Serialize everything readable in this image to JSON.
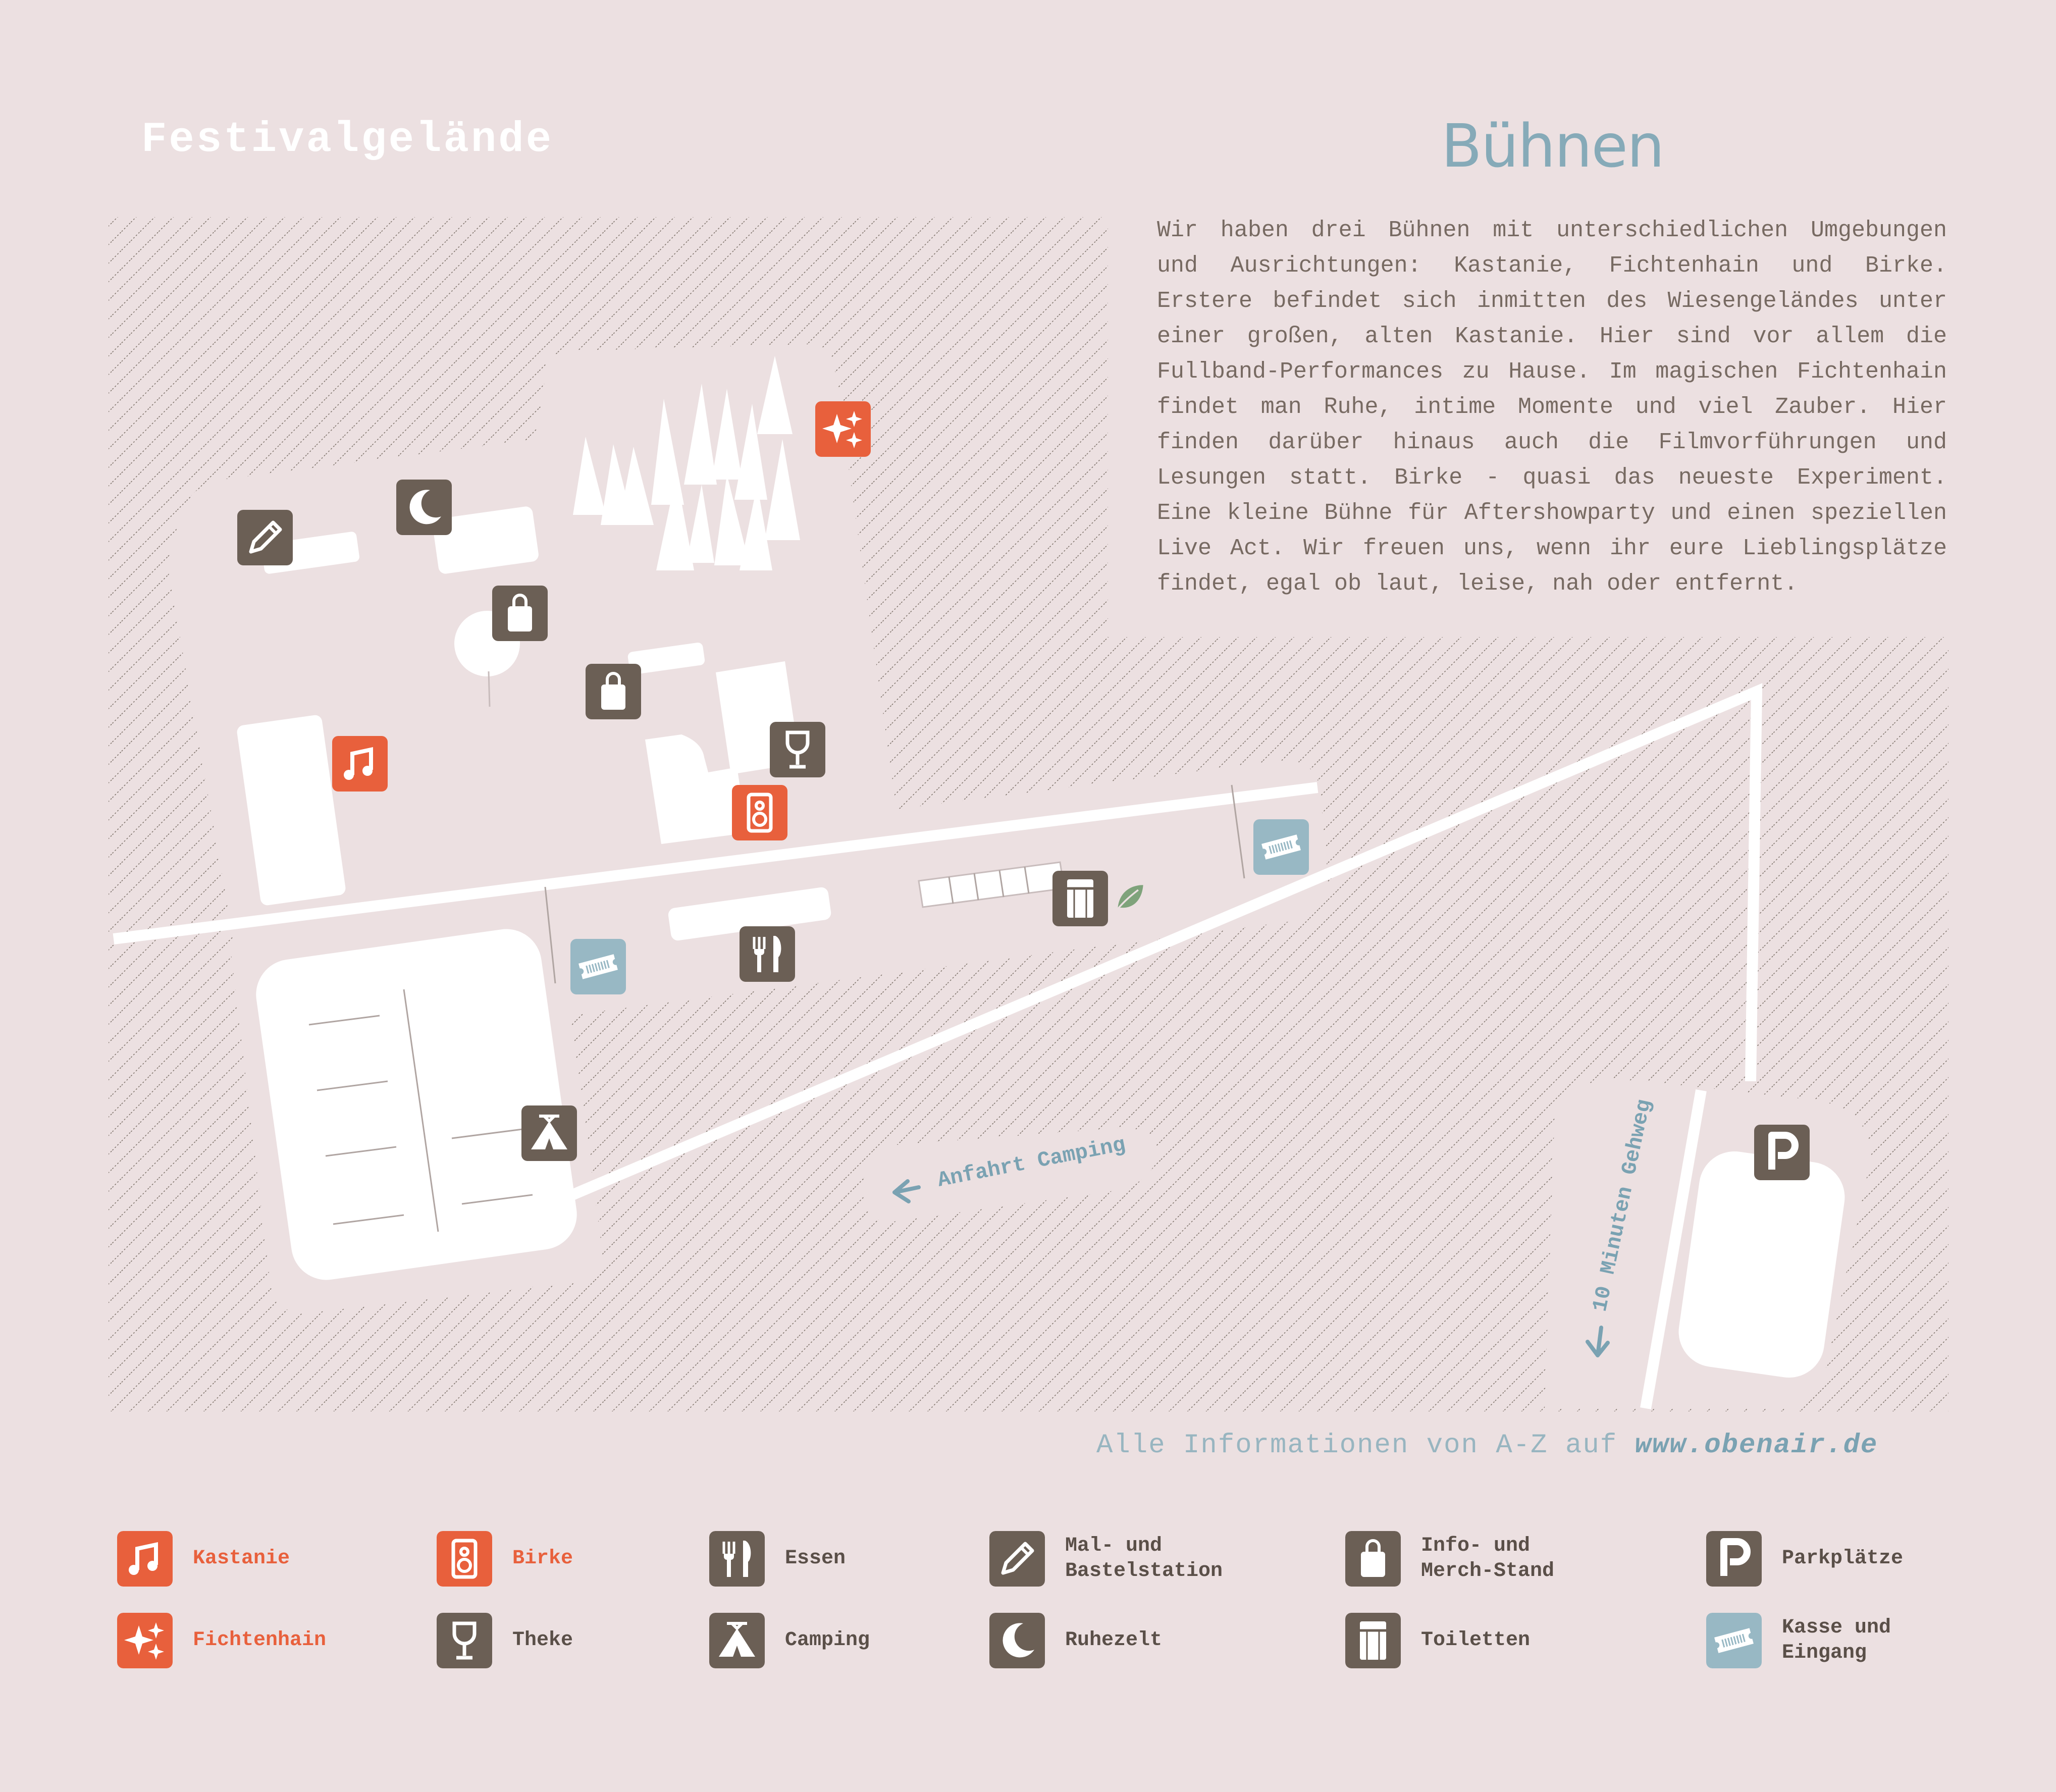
{
  "title_left": "Festivalgelände",
  "title_right": "Bühnen",
  "description": "Wir haben drei Bühnen mit unterschiedlichen Umgebungen und Ausrichtungen: Kastanie, Fichtenhain und Birke. Erstere befindet sich inmitten des Wiesengeländes unter einer großen, alten Kastanie. Hier sind vor allem die Fullband-Performances zu Hause. Im magischen Fichtenhain findet man Ruhe, intime Momente und viel Zauber. Hier finden darüber hinaus auch die Filmvorführungen und Lesungen statt. Birke - quasi das neueste Experiment. Eine kleine Bühne für Aftershowparty und einen speziellen Live Act. Wir freuen uns, wenn ihr eure Lieblingsplätze findet, egal ob laut, leise, nah oder entfernt.",
  "map_labels": {
    "camping_arrow": "Anfahrt Camping",
    "walkway": "10 Minuten Gehweg"
  },
  "footer": {
    "text": "Alle Informationen von A-Z auf ",
    "url": "www.obenair.de"
  },
  "colors": {
    "background": "#ece0e1",
    "stage_orange": "#e8603c",
    "icon_brown": "#6b5f55",
    "ticket_blue": "#98b8c4",
    "hatch": "#7a6f66"
  },
  "legend": {
    "kastanie": {
      "label": "Kastanie",
      "icon": "music-note-icon",
      "color": "#e8603c"
    },
    "fichtenhain": {
      "label": "Fichtenhain",
      "icon": "sparkles-icon",
      "color": "#e8603c"
    },
    "birke": {
      "label": "Birke",
      "icon": "speaker-icon",
      "color": "#e8603c"
    },
    "theke": {
      "label": "Theke",
      "icon": "wine-glass-icon",
      "color": "#6b5f55"
    },
    "essen": {
      "label": "Essen",
      "icon": "fork-knife-icon",
      "color": "#6b5f55"
    },
    "camping": {
      "label": "Camping",
      "icon": "tent-icon",
      "color": "#6b5f55"
    },
    "mal": {
      "label": "Mal- und\nBastelstation",
      "icon": "pencil-icon",
      "color": "#6b5f55"
    },
    "ruhezelt": {
      "label": "Ruhezelt",
      "icon": "moon-icon",
      "color": "#6b5f55"
    },
    "info": {
      "label": "Info- und\nMerch-Stand",
      "icon": "shopping-bag-icon",
      "color": "#6b5f55"
    },
    "toiletten": {
      "label": "Toiletten",
      "icon": "toilet-icon",
      "color": "#6b5f55"
    },
    "parkplaetze": {
      "label": "Parkplätze",
      "icon": "parking-icon",
      "color": "#6b5f55"
    },
    "kasse": {
      "label": "Kasse und\nEingang",
      "icon": "ticket-icon",
      "color": "#98b8c4"
    }
  }
}
